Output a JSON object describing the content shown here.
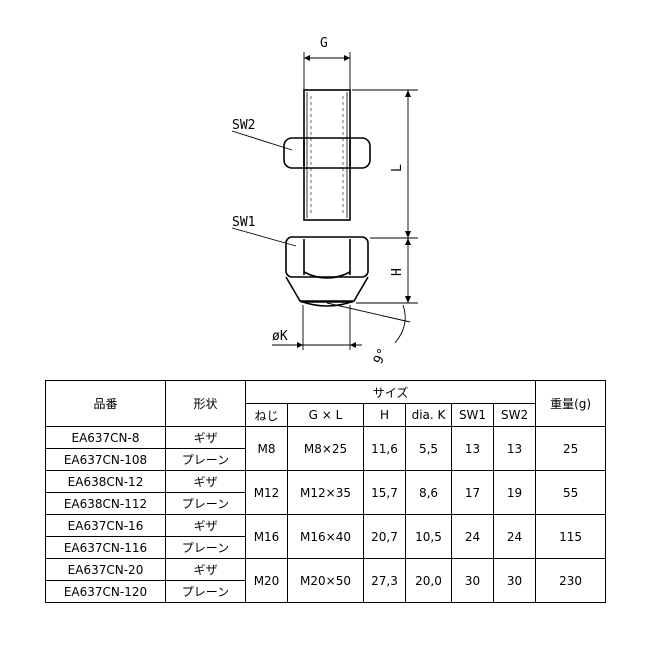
{
  "drawing": {
    "labels": {
      "g": "G",
      "sw2": "SW2",
      "sw1": "SW1",
      "l": "L",
      "h": "H",
      "k": "øK",
      "angle": "9°"
    }
  },
  "table": {
    "headers": {
      "part_no": "品番",
      "shape": "形状",
      "size": "サイズ",
      "thread": "ねじ",
      "gxl": "G × L",
      "h": "H",
      "dia_k": "dia. K",
      "sw1": "SW1",
      "sw2": "SW2",
      "weight": "重量(g)"
    },
    "groups": [
      {
        "thread": "M8",
        "gxl": "M8×25",
        "h": "11,6",
        "dia_k": "5,5",
        "sw1": "13",
        "sw2": "13",
        "weight": "25",
        "rows": [
          {
            "part_no": "EA637CN-8",
            "shape": "ギザ"
          },
          {
            "part_no": "EA637CN-108",
            "shape": "プレーン"
          }
        ]
      },
      {
        "thread": "M12",
        "gxl": "M12×35",
        "h": "15,7",
        "dia_k": "8,6",
        "sw1": "17",
        "sw2": "19",
        "weight": "55",
        "rows": [
          {
            "part_no": "EA638CN-12",
            "shape": "ギザ"
          },
          {
            "part_no": "EA638CN-112",
            "shape": "プレーン"
          }
        ]
      },
      {
        "thread": "M16",
        "gxl": "M16×40",
        "h": "20,7",
        "dia_k": "10,5",
        "sw1": "24",
        "sw2": "24",
        "weight": "115",
        "rows": [
          {
            "part_no": "EA637CN-16",
            "shape": "ギザ"
          },
          {
            "part_no": "EA637CN-116",
            "shape": "プレーン"
          }
        ]
      },
      {
        "thread": "M20",
        "gxl": "M20×50",
        "h": "27,3",
        "dia_k": "20,0",
        "sw1": "30",
        "sw2": "30",
        "weight": "230",
        "rows": [
          {
            "part_no": "EA637CN-20",
            "shape": "ギザ"
          },
          {
            "part_no": "EA637CN-120",
            "shape": "プレーン"
          }
        ]
      }
    ]
  }
}
